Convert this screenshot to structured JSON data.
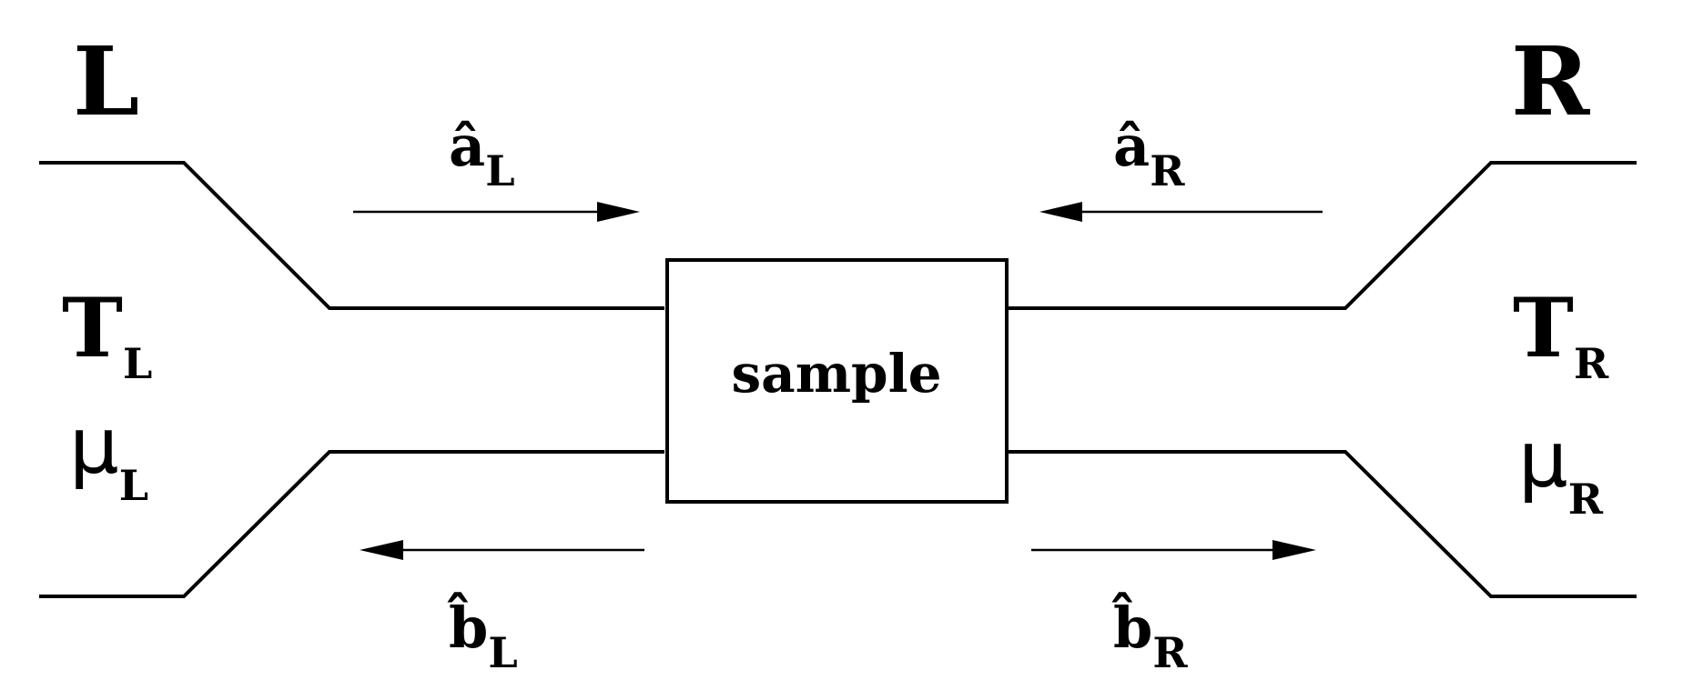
{
  "reservoirs": {
    "left": {
      "name": "L",
      "temperature": "T",
      "temperature_sub": "L",
      "potential": "μ",
      "potential_sub": "L"
    },
    "right": {
      "name": "R",
      "temperature": "T",
      "temperature_sub": "R",
      "potential": "μ",
      "potential_sub": "R"
    }
  },
  "sample": {
    "label": "sample"
  },
  "operators": {
    "a_left": {
      "symbol": "â",
      "sub": "L"
    },
    "a_right": {
      "symbol": "â",
      "sub": "R"
    },
    "b_left": {
      "symbol": "b̂",
      "sub": "L"
    },
    "b_right": {
      "symbol": "b̂",
      "sub": "R"
    }
  }
}
